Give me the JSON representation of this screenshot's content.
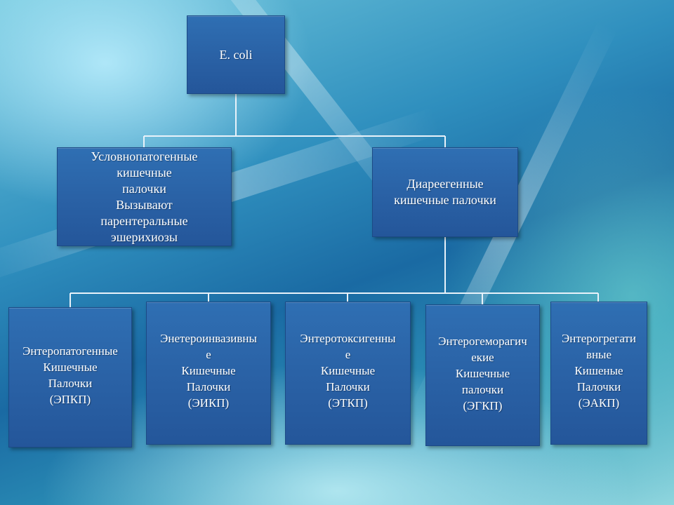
{
  "diagram": {
    "root": {
      "label": "E. coli"
    },
    "level1": [
      {
        "label": "Условнопатогенные\nкишечные\nпалочки\nВызывают\nпарентеральные\nэшерихиозы"
      },
      {
        "label": "Диареегенные\nкишечные палочки"
      }
    ],
    "level2": [
      {
        "label": "Энтеропатогенные\nКишечные\nПалочки\n(ЭПКП)"
      },
      {
        "label": "Энетероинвазивны\nе\nКишечные\nПалочки\n(ЭИКП)"
      },
      {
        "label": "Энтеротоксигенны\nе\nКишечные\nПалочки\n(ЭТКП)"
      },
      {
        "label": "Энтерогеморагич\nекие\nКишечные\nпалочки\n(ЭГКП)"
      },
      {
        "label": "Энтерогрегати\nвные\nКишеные\nПалочки\n(ЭАКП)"
      }
    ],
    "colors": {
      "box_fill": "#2a62a6",
      "box_border": "#1c4a86",
      "connector": "#e8f2fa",
      "text": "#ffffff"
    }
  }
}
